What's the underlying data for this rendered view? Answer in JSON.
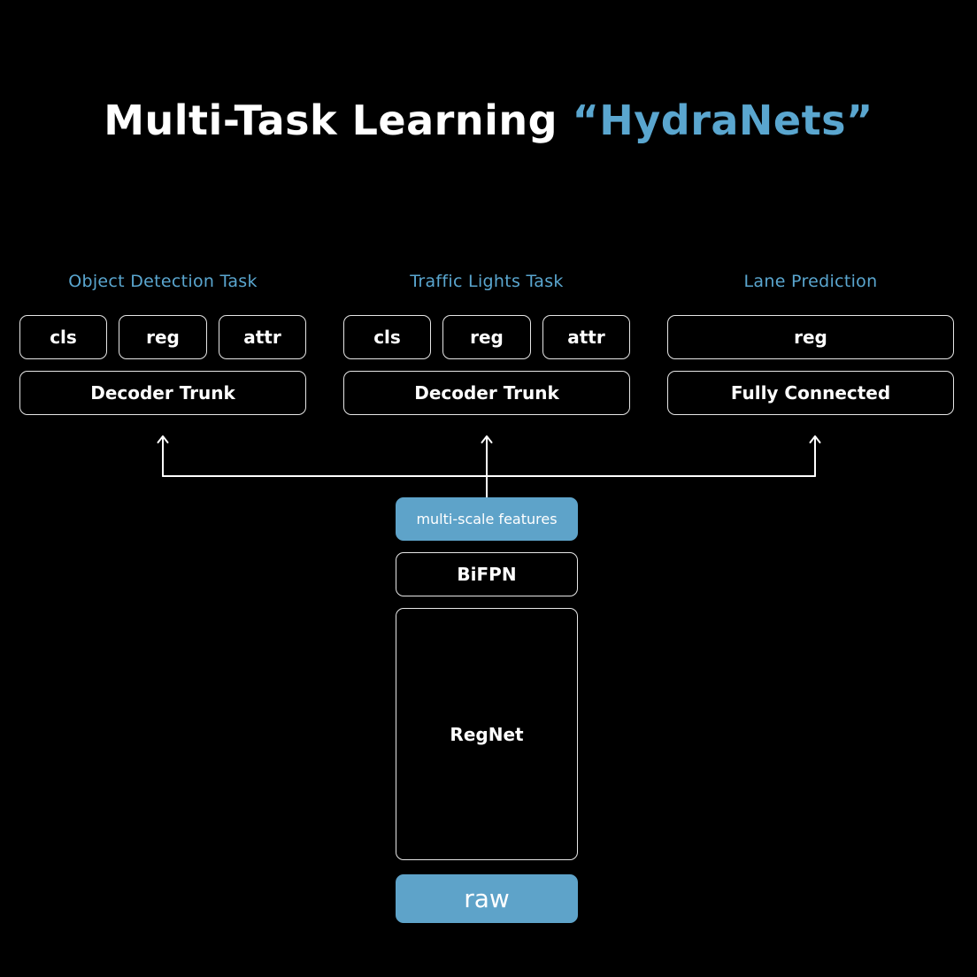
{
  "title": {
    "main": "Multi-Task Learning ",
    "accent": "“HydraNets”"
  },
  "tasks": [
    {
      "label": "Object Detection Task",
      "heads": [
        "cls",
        "reg",
        "attr"
      ],
      "trunk": "Decoder Trunk"
    },
    {
      "label": "Traffic Lights Task",
      "heads": [
        "cls",
        "reg",
        "attr"
      ],
      "trunk": "Decoder Trunk"
    },
    {
      "label": "Lane Prediction",
      "heads": [
        "reg"
      ],
      "trunk": "Fully Connected"
    }
  ],
  "backbone": {
    "features": "multi-scale features",
    "bifpn": "BiFPN",
    "regnet": "RegNet",
    "input": "raw"
  },
  "colors": {
    "accent": "#5aa6cf",
    "fill": "#5ea3c9",
    "background": "#000000",
    "stroke": "#e6e6e6"
  }
}
